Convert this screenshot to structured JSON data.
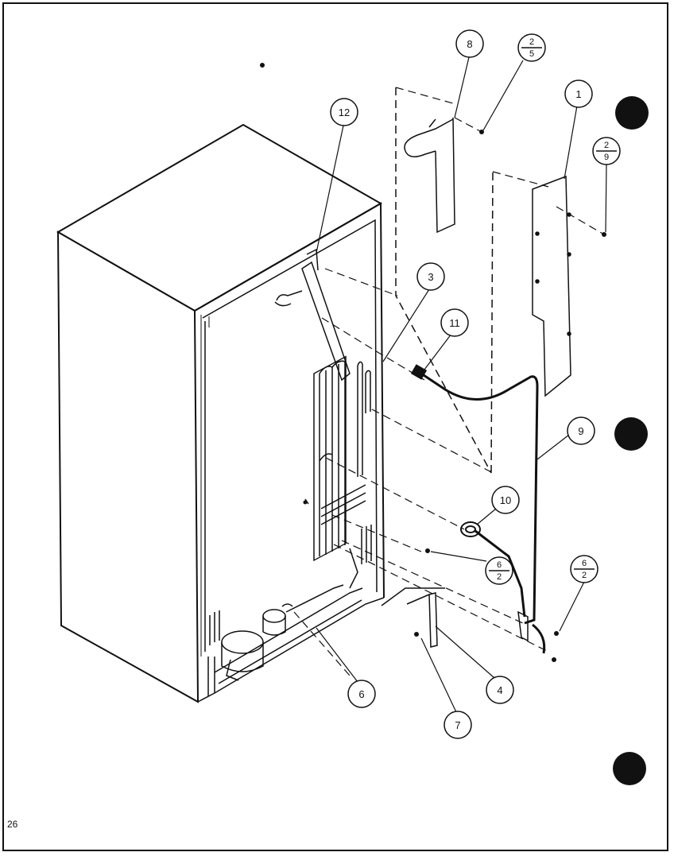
{
  "page_number": "26",
  "callouts": {
    "c1": "1",
    "c3": "3",
    "c4": "4",
    "c6": "6",
    "c7": "7",
    "c8": "8",
    "c9": "9",
    "c10": "10",
    "c11": "11",
    "c12": "12"
  },
  "fraction_callouts": {
    "f_a": {
      "top": "2",
      "bottom": "5"
    },
    "f_b": {
      "top": "2",
      "bottom": "9"
    },
    "f_c": {
      "top": "6",
      "bottom": "2"
    },
    "f_d": {
      "top": "6",
      "bottom": "2"
    }
  },
  "colors": {
    "ink": "#111111",
    "paper": "#ffffff"
  }
}
